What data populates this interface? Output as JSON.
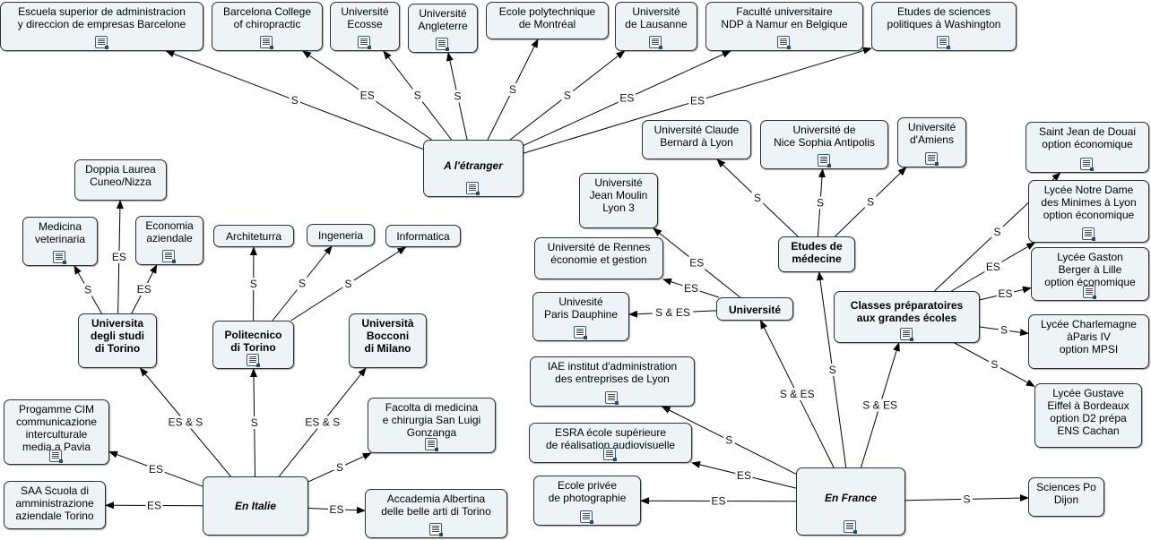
{
  "nodes": {
    "etranger": "A l'étranger",
    "escuela": "Escuela superior de administracion\ny direccion de empresas Barcelone",
    "barcelona": "Barcelona College\nof chiropractic",
    "ecosse": "Université\nEcosse",
    "angleterre": "Université\nAngleterre",
    "montreal": "Ecole polytechnique\nde Montréal",
    "lausanne": "Université\nde Lausanne",
    "namur": "Faculté universitaire\nNDP à Namur en Belgique",
    "washington": "Etudes de sciences\npolitiques à Washington",
    "italie": "En Italie",
    "torino": "Universita\ndegli studi\ndi Torino",
    "politecnico": "Politecnico\ndi Torino",
    "bocconi": "Università\nBocconi\ndi Milano",
    "doppia": "Doppia Laurea\nCuneo/Nizza",
    "medicina": "Medicina\nveterinaria",
    "economia": "Economia\naziendale",
    "architeturra": "Architeturra",
    "ingeneria": "Ingeneria",
    "informatica": "Informatica",
    "cim": "Progamme CIM\ncommunicazione\ninterculturale\nmedia a Pavia",
    "saa": "SAA Scuola di\namministrazione\naziendale Torino",
    "facolta": "Facolta di medicina\ne chirurgia San Luigi\nGonzanga",
    "accademia": "Accademia Albertina\ndelle belle arti di Torino",
    "france": "En France",
    "universite": "Université",
    "medecine": "Etudes de\nmédecine",
    "classes": "Classes préparatoires\naux grandes écoles",
    "moulin": "Université\nJean Moulin\nLyon 3",
    "rennes": "Université de Rennes\néconomie et gestion",
    "dauphine": "Univesité\nParis Dauphine",
    "lyon": "Université Claude\nBernard à Lyon",
    "nice": "Université de\nNice Sophia Antipolis",
    "amiens": "Université\nd'Amiens",
    "douai": "Saint Jean de Douai\noption économique",
    "minimes": "Lycée Notre Dame\ndes Minimes à Lyon\noption économique",
    "gaston": "Lycée Gaston\nBerger à Lille\noption économique",
    "charlemagne": "Lycée Charlemagne\nàParis IV\noption MPSI",
    "eiffel": "Lycée Gustave\nEiffel à Bordeaux\noption D2 prépa\nENS Cachan",
    "iae": "IAE institut d'administration\ndes entreprises de Lyon",
    "esra": "ESRA école supérieure\nde réalisation audiovisuelle",
    "photo": "Ecole privée\nde photographie",
    "dijon": "Sciences Po\nDijon"
  },
  "links": [
    {
      "from": "etranger",
      "to": "escuela",
      "label": "S"
    },
    {
      "from": "etranger",
      "to": "barcelona",
      "label": "ES"
    },
    {
      "from": "etranger",
      "to": "ecosse",
      "label": "S"
    },
    {
      "from": "etranger",
      "to": "angleterre",
      "label": "S"
    },
    {
      "from": "etranger",
      "to": "montreal",
      "label": "S"
    },
    {
      "from": "etranger",
      "to": "lausanne",
      "label": "S"
    },
    {
      "from": "etranger",
      "to": "namur",
      "label": "ES"
    },
    {
      "from": "etranger",
      "to": "washington",
      "label": "ES"
    },
    {
      "from": "italie",
      "to": "torino",
      "label": "ES & S"
    },
    {
      "from": "italie",
      "to": "politecnico",
      "label": "S"
    },
    {
      "from": "italie",
      "to": "bocconi",
      "label": "ES & S"
    },
    {
      "from": "italie",
      "to": "cim",
      "label": "ES"
    },
    {
      "from": "italie",
      "to": "saa",
      "label": "ES"
    },
    {
      "from": "italie",
      "to": "facolta",
      "label": "S"
    },
    {
      "from": "italie",
      "to": "accademia",
      "label": "ES"
    },
    {
      "from": "torino",
      "to": "medicina",
      "label": "S"
    },
    {
      "from": "torino",
      "to": "doppia",
      "label": "ES"
    },
    {
      "from": "torino",
      "to": "economia",
      "label": "ES"
    },
    {
      "from": "politecnico",
      "to": "architeturra",
      "label": "S"
    },
    {
      "from": "politecnico",
      "to": "ingeneria",
      "label": "S"
    },
    {
      "from": "politecnico",
      "to": "informatica",
      "label": "S"
    },
    {
      "from": "france",
      "to": "universite",
      "label": "S & ES"
    },
    {
      "from": "france",
      "to": "medecine",
      "label": "S"
    },
    {
      "from": "france",
      "to": "classes",
      "label": "S & ES"
    },
    {
      "from": "france",
      "to": "iae",
      "label": "S"
    },
    {
      "from": "france",
      "to": "esra",
      "label": "ES"
    },
    {
      "from": "france",
      "to": "photo",
      "label": "ES"
    },
    {
      "from": "france",
      "to": "dijon",
      "label": "S"
    },
    {
      "from": "universite",
      "to": "moulin",
      "label": "ES"
    },
    {
      "from": "universite",
      "to": "rennes",
      "label": "ES"
    },
    {
      "from": "universite",
      "to": "dauphine",
      "label": "S & ES"
    },
    {
      "from": "medecine",
      "to": "lyon",
      "label": "S"
    },
    {
      "from": "medecine",
      "to": "nice",
      "label": "S"
    },
    {
      "from": "medecine",
      "to": "amiens",
      "label": "S"
    },
    {
      "from": "classes",
      "to": "douai",
      "label": "S"
    },
    {
      "from": "classes",
      "to": "minimes",
      "label": "ES"
    },
    {
      "from": "classes",
      "to": "gaston",
      "label": "ES"
    },
    {
      "from": "classes",
      "to": "charlemagne",
      "label": "S"
    },
    {
      "from": "classes",
      "to": "eiffel",
      "label": "S"
    }
  ]
}
